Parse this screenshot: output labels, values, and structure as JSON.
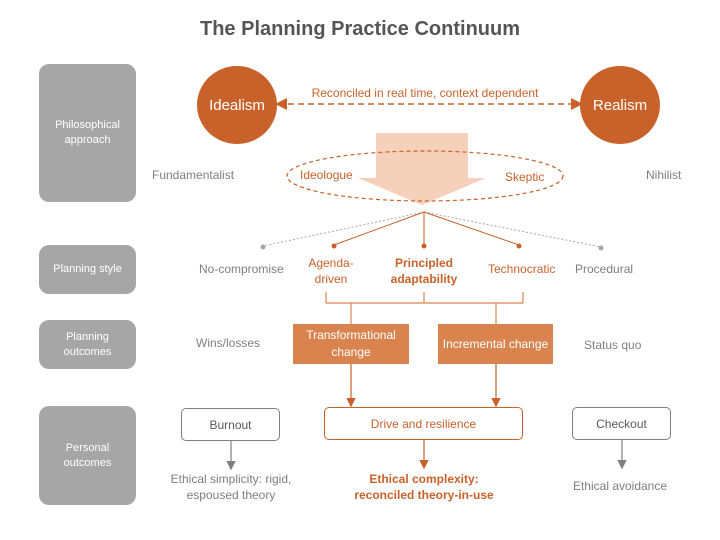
{
  "title": "The Planning Practice Continuum",
  "row_labels": {
    "philosophical": "Philosophical approach",
    "planning_style": "Planning style",
    "planning_outcomes": "Planning outcomes",
    "personal_outcomes": "Personal outcomes"
  },
  "philosophy": {
    "idealism": "Idealism",
    "realism": "Realism",
    "reconciled": "Reconciled in real time, context dependent",
    "fundamentalist": "Fundamentalist",
    "ideologue": "Ideologue",
    "skeptic": "Skeptic",
    "nihilist": "Nihilist"
  },
  "styles": {
    "no_compromise": "No-compromise",
    "agenda_driven": "Agenda-driven",
    "principled": "Principled adaptability",
    "technocratic": "Technocratic",
    "procedural": "Procedural"
  },
  "planning_outcomes": {
    "wins_losses": "Wins/losses",
    "transformational": "Transformational change",
    "incremental": "Incremental change",
    "status_quo": "Status quo"
  },
  "personal": {
    "burnout": "Burnout",
    "drive": "Drive and resilience",
    "checkout": "Checkout",
    "ethical_simplicity": "Ethical simplicity: rigid, espoused theory",
    "ethical_complexity": "Ethical complexity: reconciled theory-in-use",
    "ethical_avoidance": "Ethical avoidance"
  },
  "colors": {
    "accent": "#c8622a",
    "accent_light": "#d9844f",
    "label_gray": "#a6a6a6",
    "text_gray": "#7f7f7f"
  }
}
